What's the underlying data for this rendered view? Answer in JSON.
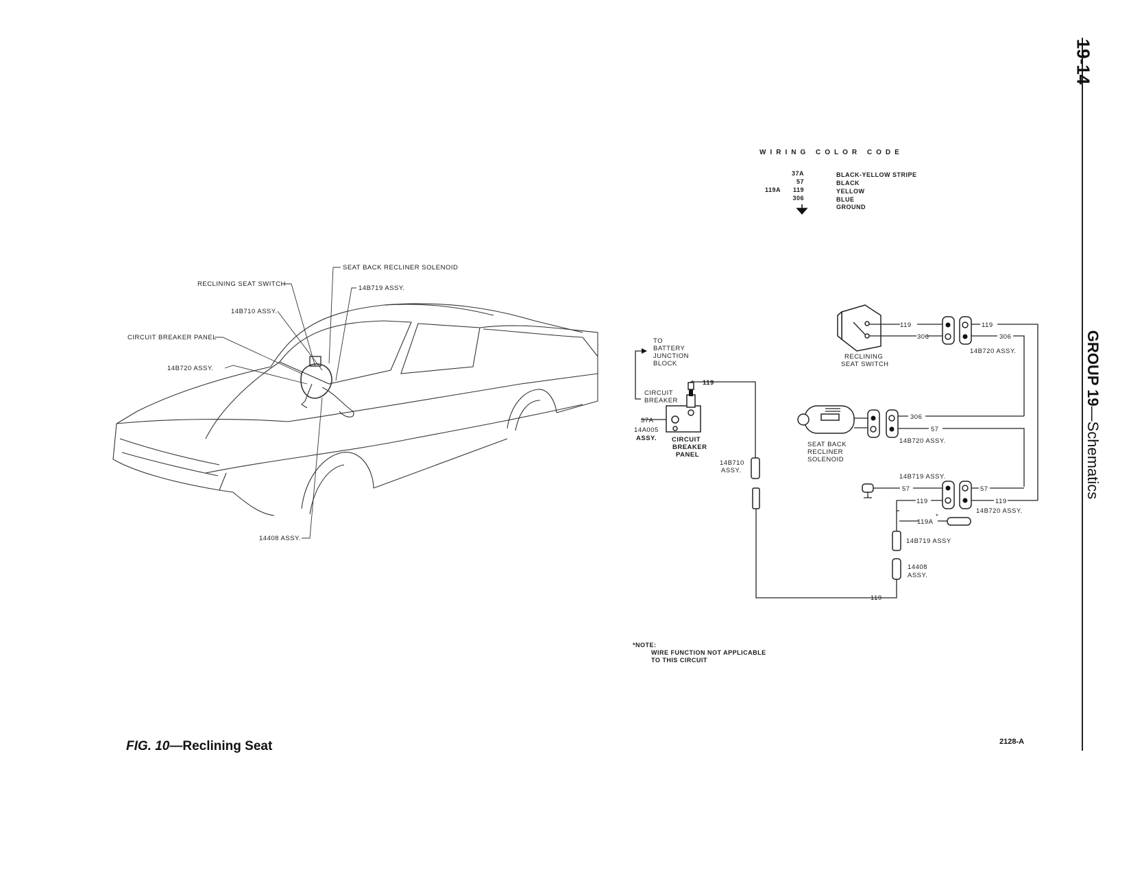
{
  "page": {
    "number": "19-14",
    "group_label": "GROUP 19",
    "group_section": "Schematics",
    "figure_number": "FIG. 10",
    "figure_title": "Reclining Seat",
    "figure_code": "2128-A"
  },
  "color_code": {
    "title": "WIRING COLOR CODE",
    "rows": [
      {
        "alt": "",
        "wire": "37A",
        "color": "BLACK-YELLOW STRIPE"
      },
      {
        "alt": "",
        "wire": "57",
        "color": "BLACK"
      },
      {
        "alt": "119A",
        "wire": "119",
        "color": "YELLOW"
      },
      {
        "alt": "",
        "wire": "306",
        "color": "BLUE"
      },
      {
        "alt": "",
        "wire": "",
        "color": "GROUND"
      }
    ]
  },
  "car_labels": {
    "solenoid": "SEAT BACK RECLINER SOLENOID",
    "switch": "RECLINING SEAT SWITCH",
    "assy_14b719": "14B719 ASSY.",
    "assy_14b710": "14B710 ASSY.",
    "breaker_panel": "CIRCUIT BREAKER PANEL",
    "assy_14b720": "14B720 ASSY.",
    "assy_14408": "14408 ASSY."
  },
  "schematic": {
    "battery_1": "TO",
    "battery_2": "BATTERY",
    "battery_3": "JUNCTION",
    "battery_4": "BLOCK",
    "breaker_1": "CIRCUIT",
    "breaker_2": "BREAKER",
    "wire_37a": "37A",
    "assy_14a005": "14A005",
    "assy_word": "ASSY.",
    "panel_1": "CIRCUIT",
    "panel_2": "BREAKER",
    "panel_3": "PANEL",
    "assy_14b710_a": "14B710",
    "assy_14b710_b": "ASSY.",
    "switch_1": "RECLINING",
    "switch_2": "SEAT SWITCH",
    "solenoid_1": "SEAT BACK",
    "solenoid_2": "RECLINER",
    "solenoid_3": "SOLENOID",
    "assy_14b720_top": "14B720 ASSY.",
    "assy_14b720_mid": "14B720 ASSY.",
    "assy_14b719_mid": "14B719 ASSY.",
    "assy_14b720_bot": "14B720 ASSY.",
    "assy_14b719_bot": "14B719 ASSY",
    "assy_14408_a": "14408",
    "assy_14408_b": "ASSY.",
    "w119_breaker": "119",
    "w119_switch_l": "119",
    "w306_switch_l": "306",
    "w119_switch_r": "119",
    "w306_switch_r": "306",
    "w306_sol": "306",
    "w57_sol": "57",
    "w57_ground": "57",
    "w57_right": "57",
    "w119_low_l": "119",
    "w119_low_r": "119",
    "w119a": "119A",
    "w119a_mark": "*",
    "w119_bottom": "119"
  },
  "note": {
    "title": "*NOTE:",
    "line1": "WIRE FUNCTION NOT APPLICABLE",
    "line2": "TO THIS CIRCUIT"
  }
}
